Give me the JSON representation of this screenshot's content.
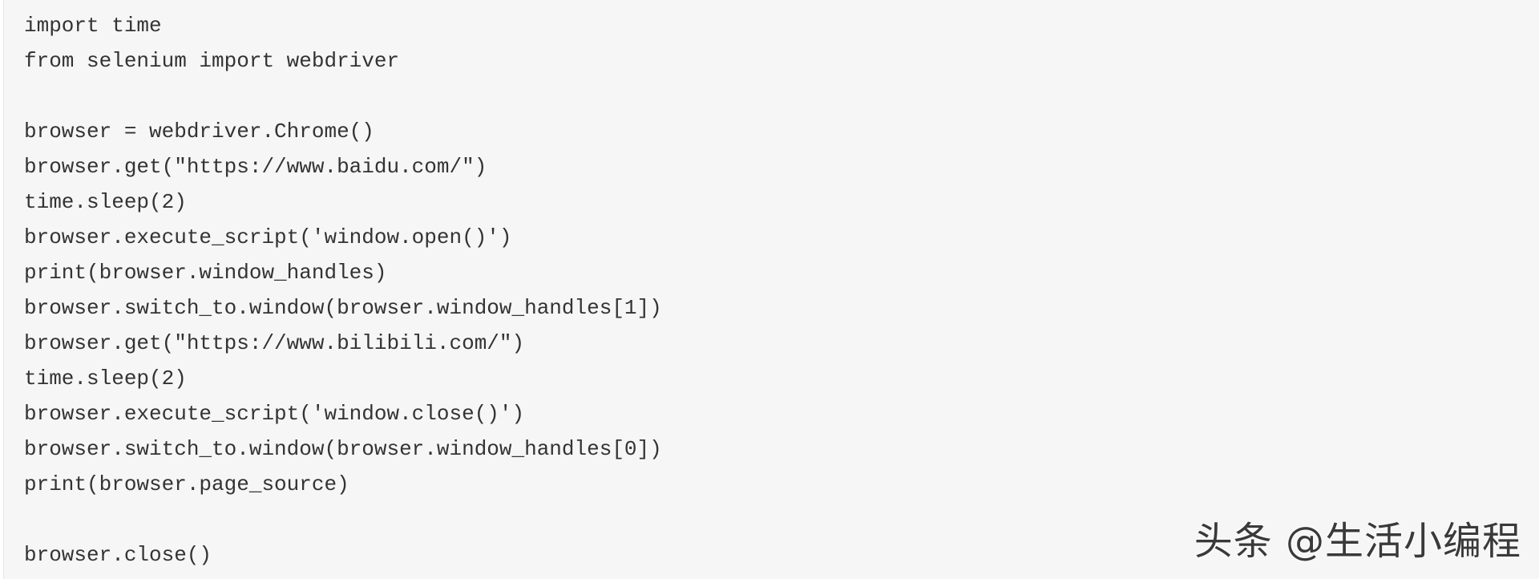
{
  "code": {
    "lines": [
      "import time",
      "from selenium import webdriver",
      "",
      "browser = webdriver.Chrome()",
      "browser.get(\"https://www.baidu.com/\")",
      "time.sleep(2)",
      "browser.execute_script('window.open()')",
      "print(browser.window_handles)",
      "browser.switch_to.window(browser.window_handles[1])",
      "browser.get(\"https://www.bilibili.com/\")",
      "time.sleep(2)",
      "browser.execute_script('window.close()')",
      "browser.switch_to.window(browser.window_handles[0])",
      "print(browser.page_source)",
      "",
      "browser.close()"
    ]
  },
  "watermark": {
    "text": "头条 @生活小编程"
  }
}
